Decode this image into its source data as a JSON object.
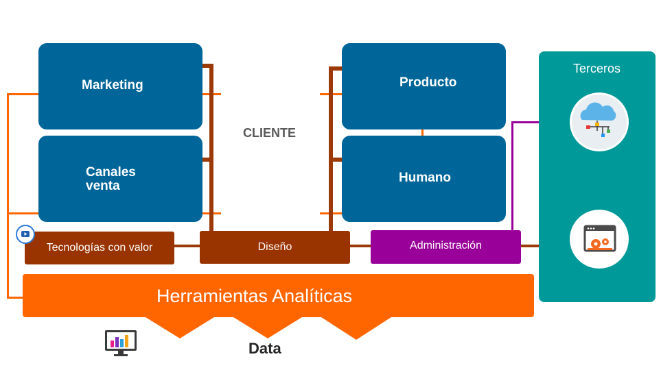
{
  "cliente_label": "CLIENTE",
  "boxes": {
    "marketing": "Marketing",
    "canales_line1": "Canales",
    "canales_line2": "venta",
    "producto": "Producto",
    "humano": "Humano"
  },
  "bars": {
    "tecnologias": "Tecnologías con valor",
    "diseno": "Diseño",
    "administracion": "Administración",
    "herramientas": "Herramientas Analíticas"
  },
  "terceros_title": "Terceros",
  "data_label": "Data",
  "colors": {
    "blue": "#006699",
    "brown": "#993300",
    "dark_brown_line": "#9b3a08",
    "orange": "#ff6600",
    "purple": "#990099",
    "teal": "#009999"
  },
  "icons": [
    "play-icon",
    "cloud-network-icon",
    "browser-gear-icon",
    "monitor-chart-icon"
  ]
}
